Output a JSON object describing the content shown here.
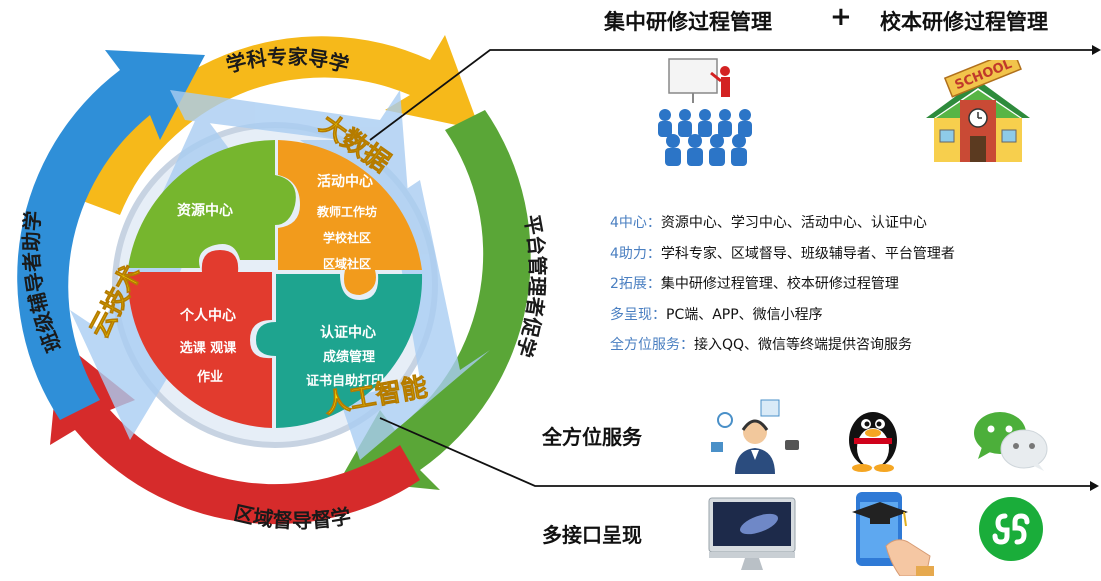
{
  "header": {
    "left": "集中研修过程管理",
    "plus": "+",
    "right": "校本研修过程管理"
  },
  "ring": {
    "top": "学科专家导学",
    "right": "平台管理者促学",
    "bottom": "区域督导督学",
    "left": "班级辅导者助学"
  },
  "tech": {
    "bigdata": "大数据",
    "cloud": "云技术",
    "ai": "人工智能"
  },
  "pieces": {
    "resource": {
      "title": "资源中心"
    },
    "activity": {
      "title": "活动中心",
      "items": [
        "教师工作坊",
        "学校社区",
        "区域社区"
      ]
    },
    "personal": {
      "title": "个人中心",
      "items": [
        "选课 观课",
        "作业"
      ]
    },
    "cert": {
      "title": "认证中心",
      "items": [
        "成绩管理",
        "证书自助打印"
      ]
    }
  },
  "info": [
    {
      "key": "4中心：",
      "value": "资源中心、学习中心、活动中心、认证中心"
    },
    {
      "key": "4助力：",
      "value": "学科专家、区域督导、班级辅导者、平台管理者"
    },
    {
      "key": "2拓展：",
      "value": "集中研修过程管理、校本研修过程管理"
    },
    {
      "key": "多呈现：",
      "value": "PC端、APP、微信小程序"
    },
    {
      "key": "全方位服务：",
      "value": "接入QQ、微信等终端提供咨询服务"
    }
  ],
  "school_sign": "SCHOOL",
  "sections": {
    "service": "全方位服务",
    "interface": "多接口呈现"
  },
  "colors": {
    "ring_yellow": "#f6b91a",
    "ring_green": "#5aa637",
    "ring_red": "#d62b2b",
    "ring_blue": "#2f8fd8",
    "piece_green": "#76b62e",
    "piece_orange": "#f29b1c",
    "piece_red": "#e23b2e",
    "piece_teal": "#1ea48f",
    "tech_text": "#ffe600",
    "info_key": "#4a7fc1"
  },
  "icons": [
    "teacher-classroom-icon",
    "school-building-icon",
    "customer-service-icon",
    "qq-penguin-icon",
    "wechat-icon",
    "imac-monitor-icon",
    "tablet-graduation-icon",
    "mini-program-icon"
  ]
}
